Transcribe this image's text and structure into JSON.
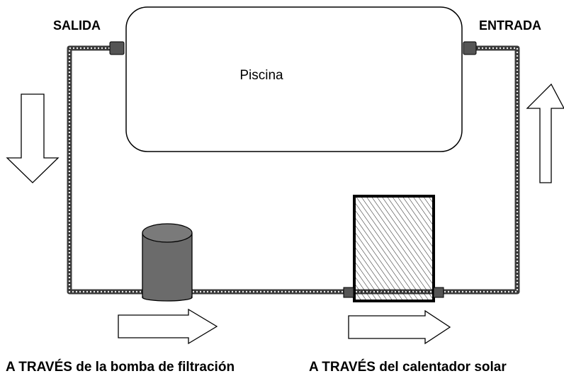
{
  "labels": {
    "outlet": "SALIDA",
    "inlet": "ENTRADA",
    "pool": "Piscina",
    "through_pump": "A TRAVÉS de la bomba de filtración",
    "through_heater": "A TRAVÉS del calentador solar"
  },
  "colors": {
    "pipe": "#3a3a3a",
    "pipe_highlight": "#e8e8e8",
    "pump_body": "#6b6b6b",
    "connector": "#555555",
    "outline": "#000000",
    "background": "#ffffff"
  },
  "icons": {
    "flow_down": "arrow-down-outline",
    "flow_up": "arrow-up-outline",
    "flow_right": "arrow-right-outline"
  }
}
